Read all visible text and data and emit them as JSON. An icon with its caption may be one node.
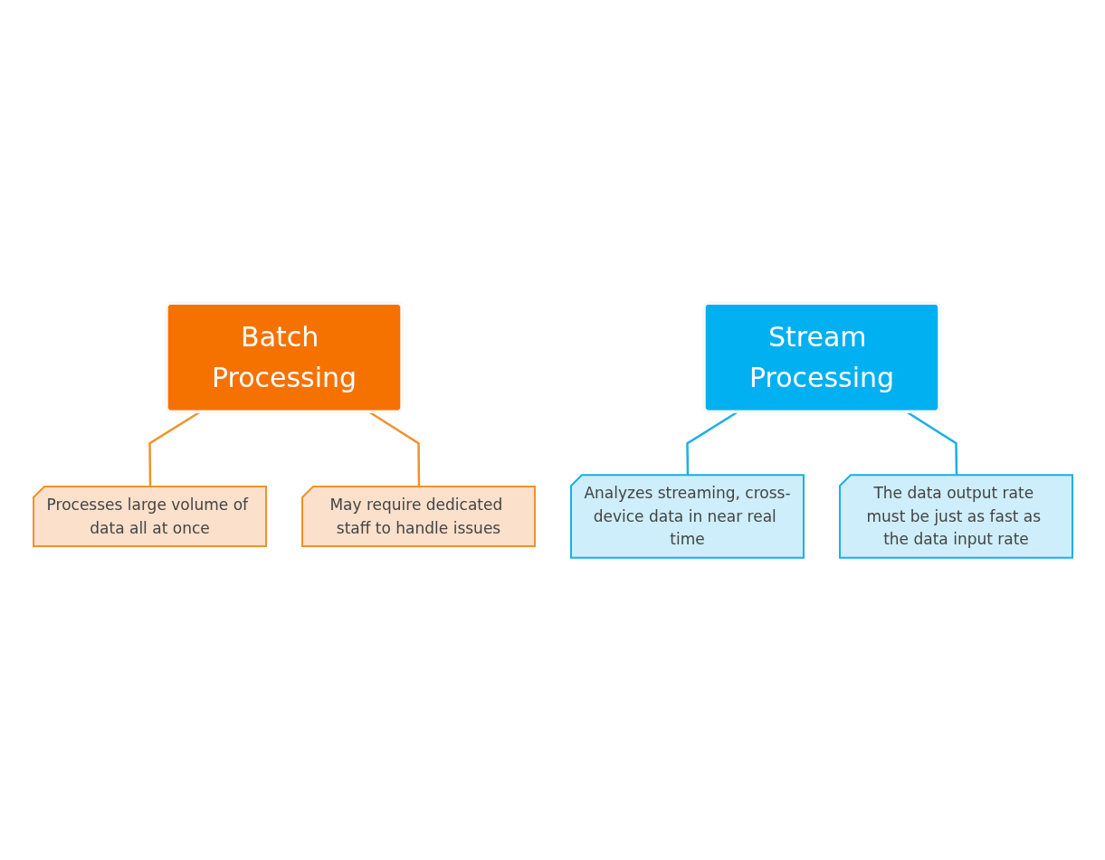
{
  "diagram": {
    "nodes": [
      {
        "text": [
          "Batch Processing"
        ]
      },
      {
        "text": [
          "Processes large volume of data all at once"
        ]
      },
      {
        "text": [
          "May require dedicated staff to handle issues"
        ]
      },
      {
        "text": [
          "Stream Processing"
        ]
      },
      {
        "text": [
          "Analyzes streaming, cross-device data in near real time"
        ]
      },
      {
        "text": [
          "The data output rate must be just as fast as the data input rate"
        ]
      }
    ],
    "edges": [
      {
        "from": 0,
        "to": 1,
        "arrow": "none",
        "color": "#f0922a"
      },
      {
        "from": 0,
        "to": 2,
        "arrow": "none",
        "color": "#f0922a"
      },
      {
        "from": 3,
        "to": 4,
        "arrow": "none",
        "color": "#1ab0e8"
      },
      {
        "from": 3,
        "to": 5,
        "arrow": "none",
        "color": "#1ab0e8"
      }
    ]
  }
}
